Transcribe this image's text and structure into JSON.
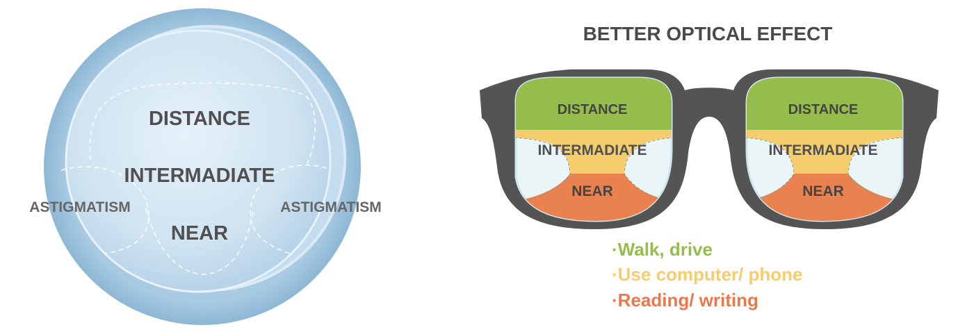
{
  "lens": {
    "distance": "DISTANCE",
    "intermediate": "INTERMADIATE",
    "near": "NEAR",
    "astigmatism_left": "ASTIGMATISM",
    "astigmatism_right": "ASTIGMATISM"
  },
  "glasses": {
    "title": "BETTER OPTICAL EFFECT",
    "left_lens": {
      "distance": "DISTANCE",
      "intermediate": "INTERMADIATE",
      "near": "NEAR"
    },
    "right_lens": {
      "distance": "DISTANCE",
      "intermediate": "INTERMADIATE",
      "near": "NEAR"
    }
  },
  "legend": [
    {
      "text": "·Walk, drive",
      "color": "#95bd4c"
    },
    {
      "text": "·Use computer/ phone",
      "color": "#f7cc6d"
    },
    {
      "text": "·Reading/ writing",
      "color": "#e9784d"
    }
  ],
  "colors": {
    "distance_zone": "#95bd4c",
    "intermediate_zone": "#f6cd6c",
    "near_zone": "#e9824f",
    "frame": "#555455",
    "label_text": "#505050"
  }
}
